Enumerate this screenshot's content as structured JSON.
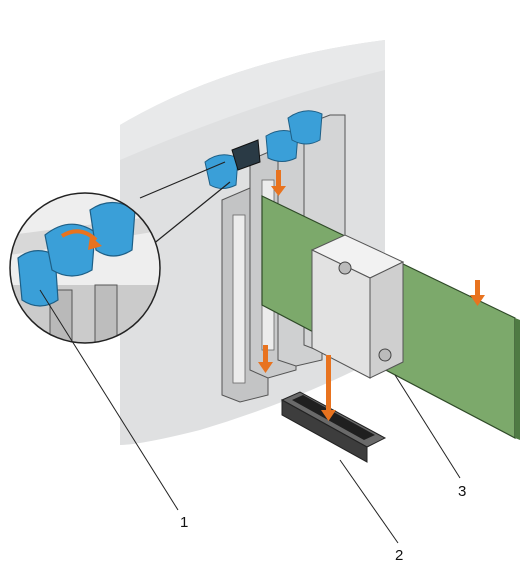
{
  "diagram": {
    "callouts": [
      {
        "label": "1"
      },
      {
        "label": "2"
      },
      {
        "label": "3"
      }
    ],
    "colors": {
      "chassis_wall": "#dfe0e1",
      "bracket": "#c8c9ca",
      "latch": "#3a9fd8",
      "card_pcb": "#7ca96b",
      "heatsink": "#e6e6e6",
      "arrow": "#e8731f",
      "connector": "#4a4a4a"
    }
  }
}
